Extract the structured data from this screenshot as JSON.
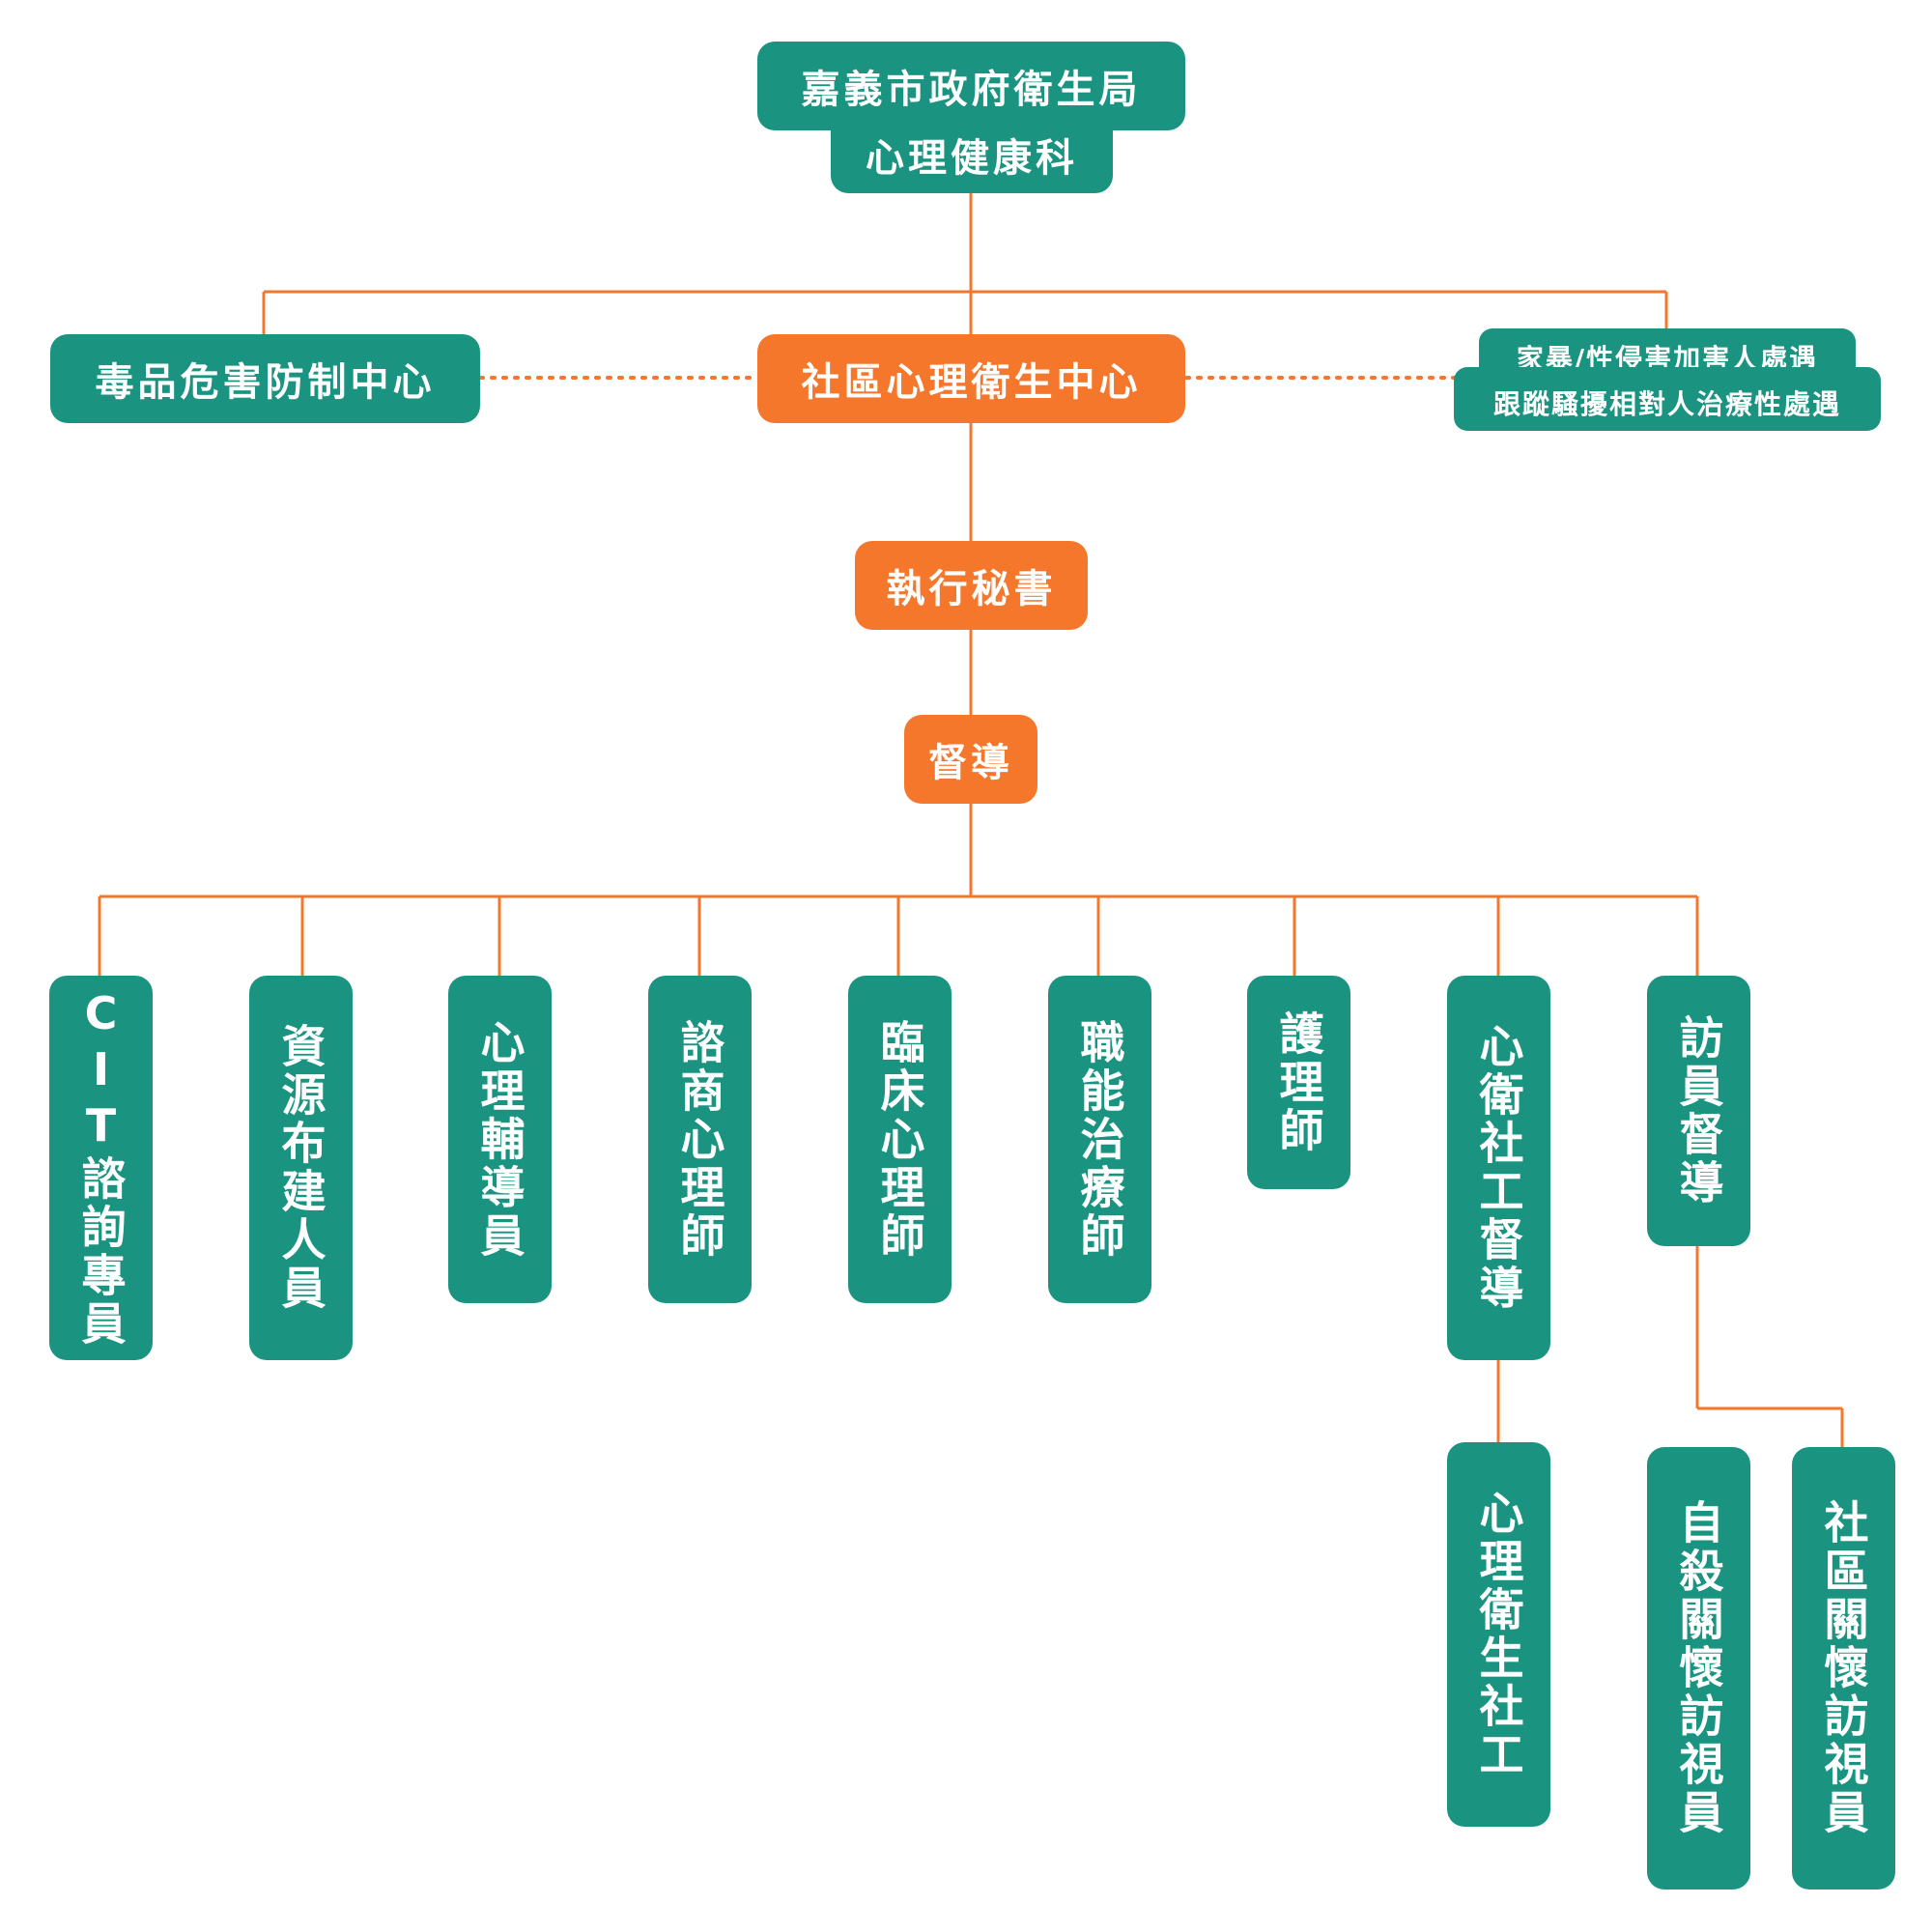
{
  "top": {
    "line1": "嘉義市政府衛生局",
    "line2": "心理健康科"
  },
  "left_unit": "毒品危害防制中心",
  "center_unit": "社區心理衛生中心",
  "right_unit": {
    "line1": "家暴/性侵害加害人處遇",
    "line2": "跟蹤騷擾相對人治療性處遇"
  },
  "executive_secretary": "執行秘書",
  "supervisor": "督導",
  "staff": [
    "CIT諮詢專員",
    "資源布建人員",
    "心理輔導員",
    "諮商心理師",
    "臨床心理師",
    "職能治療師",
    "護理師",
    "心衛社工督導",
    "訪員督導"
  ],
  "social_work_sub": "心理衛生社工",
  "visitor_sub": [
    "自殺關懷訪視員",
    "社區關懷訪視員"
  ],
  "colors": {
    "teal": "#1a9480",
    "orange": "#f4772b"
  }
}
